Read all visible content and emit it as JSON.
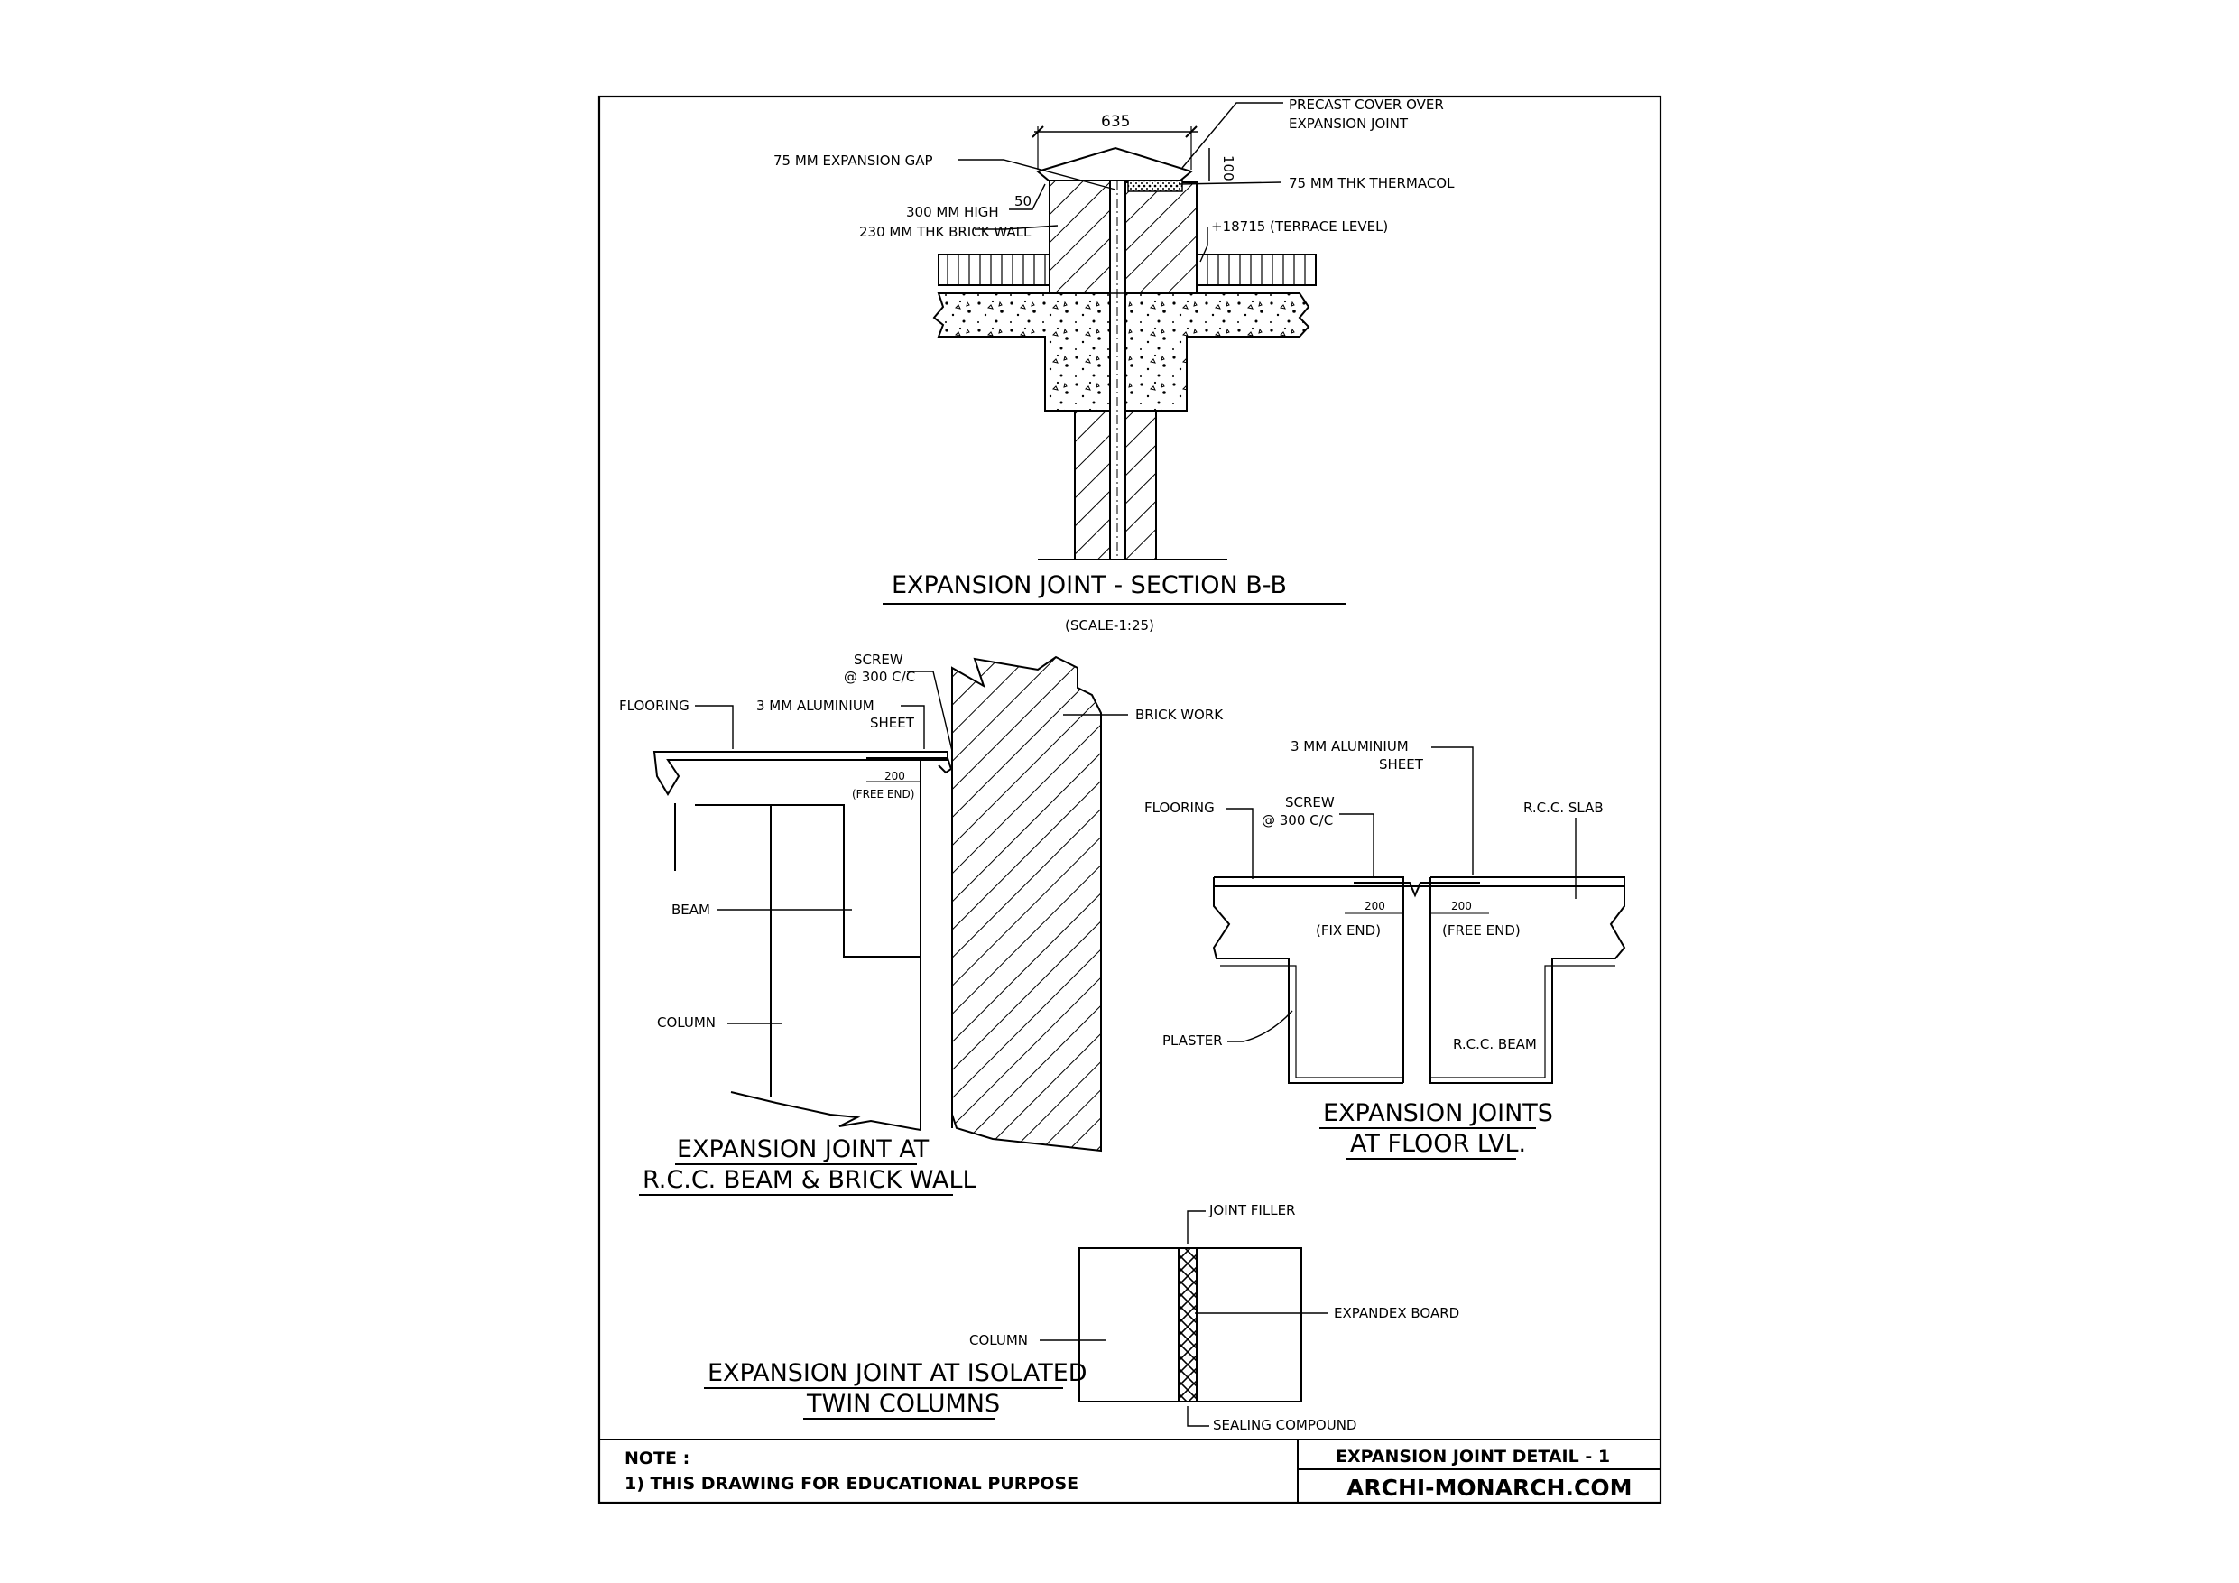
{
  "section_bb": {
    "dim_width": "635",
    "dim_height": "100",
    "dim_slope": "50",
    "label_cover_l1": "PRECAST COVER OVER",
    "label_cover_l2": "EXPANSION JOINT",
    "label_gap": "75 MM EXPANSION GAP",
    "label_thermacol": "75 MM THK THERMACOL",
    "label_wall_l1": "300 MM HIGH",
    "label_wall_l2": "230 MM THK BRICK WALL",
    "label_level": "+18715 (TERRACE LEVEL)",
    "title": "EXPANSION JOINT - SECTION B-B",
    "scale": "(SCALE-1:25)"
  },
  "beam_wall": {
    "label_screw_l1": "SCREW",
    "label_screw_l2": "@ 300 C/C",
    "label_flooring": "FLOORING",
    "label_sheet_l1": "3 MM ALUMINIUM",
    "label_sheet_l2": "SHEET",
    "label_brick": "BRICK WORK",
    "dim_200": "200",
    "label_free_end": "(FREE END)",
    "label_beam": "BEAM",
    "label_column": "COLUMN",
    "title_l1": "EXPANSION JOINT AT",
    "title_l2": "R.C.C. BEAM & BRICK WALL"
  },
  "floor_lvl": {
    "label_sheet_l1": "3 MM ALUMINIUM",
    "label_sheet_l2": "SHEET",
    "label_flooring": "FLOORING",
    "label_screw_l1": "SCREW",
    "label_screw_l2": "@ 300 C/C",
    "label_slab": "R.C.C. SLAB",
    "dim_200_a": "200",
    "dim_200_b": "200",
    "label_fix_end": "(FIX END)",
    "label_free_end": "(FREE END)",
    "label_plaster": "PLASTER",
    "label_beam": "R.C.C. BEAM",
    "title_l1": "EXPANSION JOINTS",
    "title_l2": "AT FLOOR LVL."
  },
  "twin_columns": {
    "label_filler": "JOINT FILLER",
    "label_board": "EXPANDEX BOARD",
    "label_column": "COLUMN",
    "label_sealing": "SEALING COMPOUND",
    "title_l1": "EXPANSION JOINT AT ISOLATED",
    "title_l2": "TWIN COLUMNS"
  },
  "title_block": {
    "note_heading": "NOTE :",
    "note_1": "1) THIS DRAWING FOR EDUCATIONAL PURPOSE",
    "drawing_title": "EXPANSION JOINT DETAIL - 1",
    "website": "ARCHI-MONARCH.COM"
  }
}
